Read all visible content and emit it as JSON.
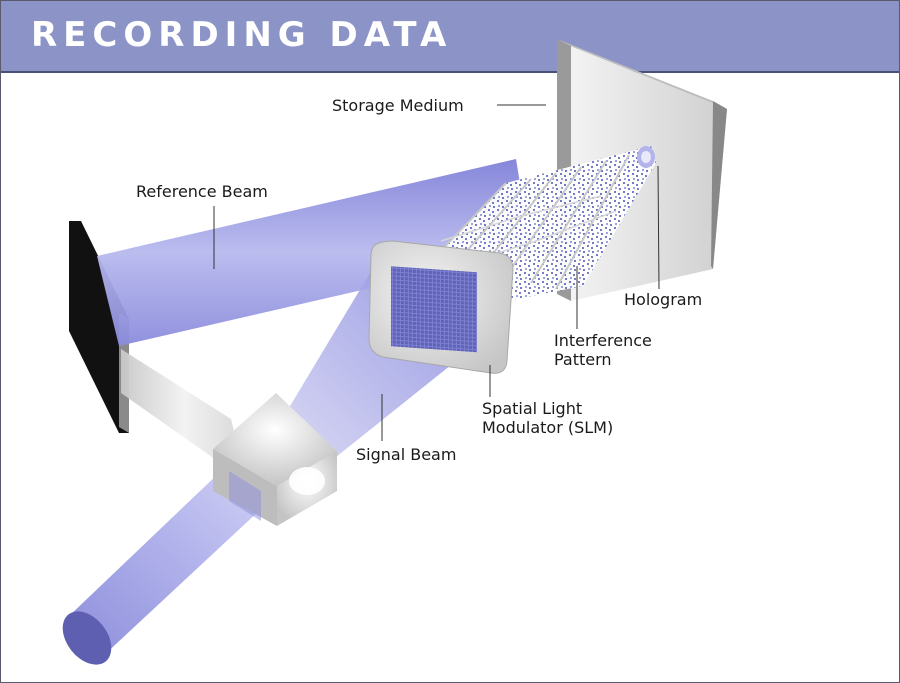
{
  "header": {
    "title": "RECORDING DATA"
  },
  "labels": {
    "storage_medium": "Storage Medium",
    "reference_beam": "Reference Beam",
    "hologram": "Hologram",
    "interference_line1": "Interference",
    "interference_line2": "Pattern",
    "slm_line1": "Spatial Light",
    "slm_line2": "Modulator (SLM)",
    "signal_beam": "Signal Beam"
  },
  "colors": {
    "banner": "#8b93c7",
    "beam": "#8e8ee0",
    "beam_light": "#c9c9f2",
    "pattern_dots": "#6f76c4"
  }
}
